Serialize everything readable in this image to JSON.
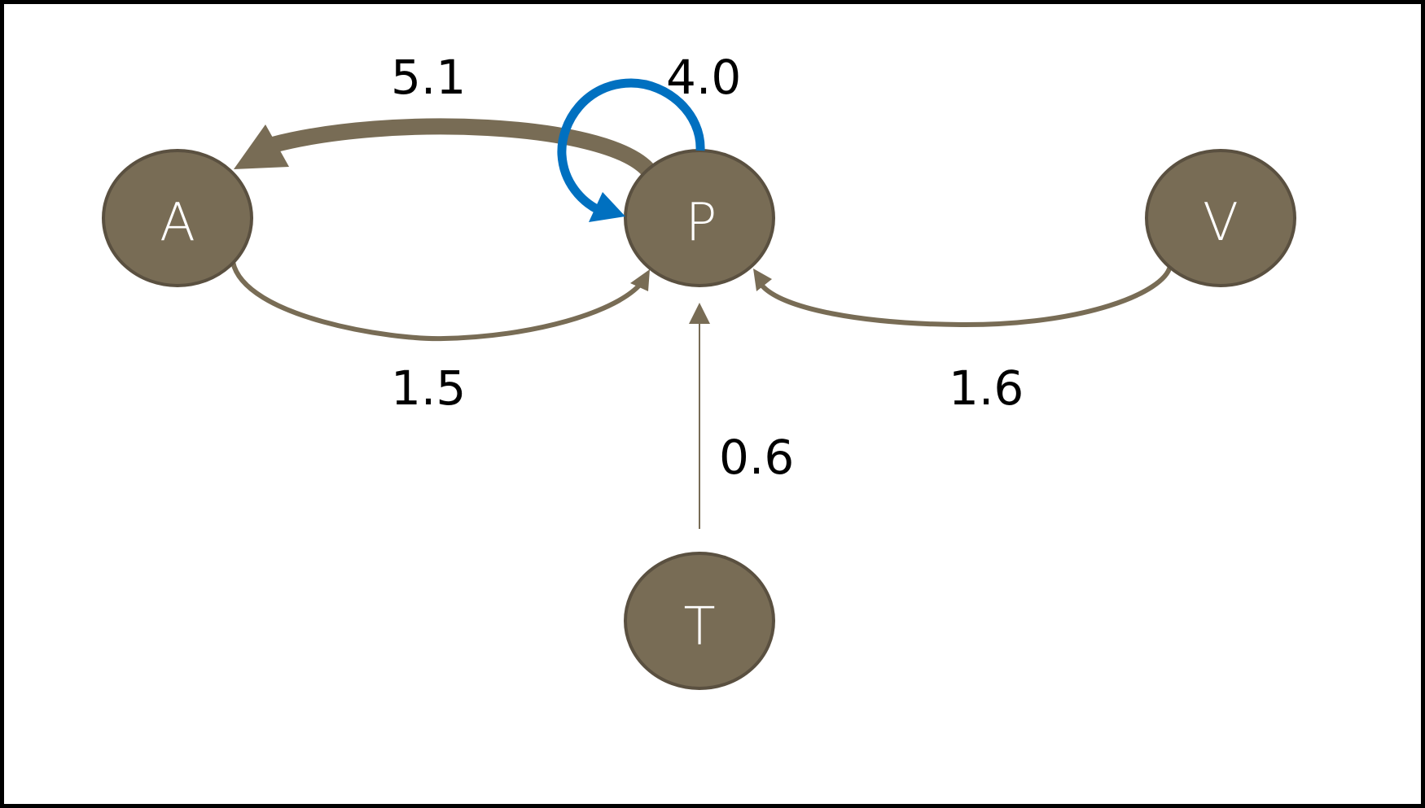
{
  "diagram": {
    "type": "directed-graph",
    "colors": {
      "node_fill": "#786c55",
      "node_stroke": "#5a5040",
      "edge": "#786c55",
      "self_loop": "#0070c0",
      "label_text": "#000000",
      "node_text": "#ffffff",
      "border": "#000000"
    },
    "nodes": [
      {
        "id": "A",
        "label": "A"
      },
      {
        "id": "P",
        "label": "P"
      },
      {
        "id": "V",
        "label": "V"
      },
      {
        "id": "T",
        "label": "T"
      }
    ],
    "edges": [
      {
        "from": "P",
        "to": "A",
        "weight": "5.1",
        "label": "5.1"
      },
      {
        "from": "P",
        "to": "P",
        "weight": "4.0",
        "label": "4.0"
      },
      {
        "from": "A",
        "to": "P",
        "weight": "1.5",
        "label": "1.5"
      },
      {
        "from": "V",
        "to": "P",
        "weight": "1.6",
        "label": "1.6"
      },
      {
        "from": "T",
        "to": "P",
        "weight": "0.6",
        "label": "0.6"
      }
    ]
  }
}
